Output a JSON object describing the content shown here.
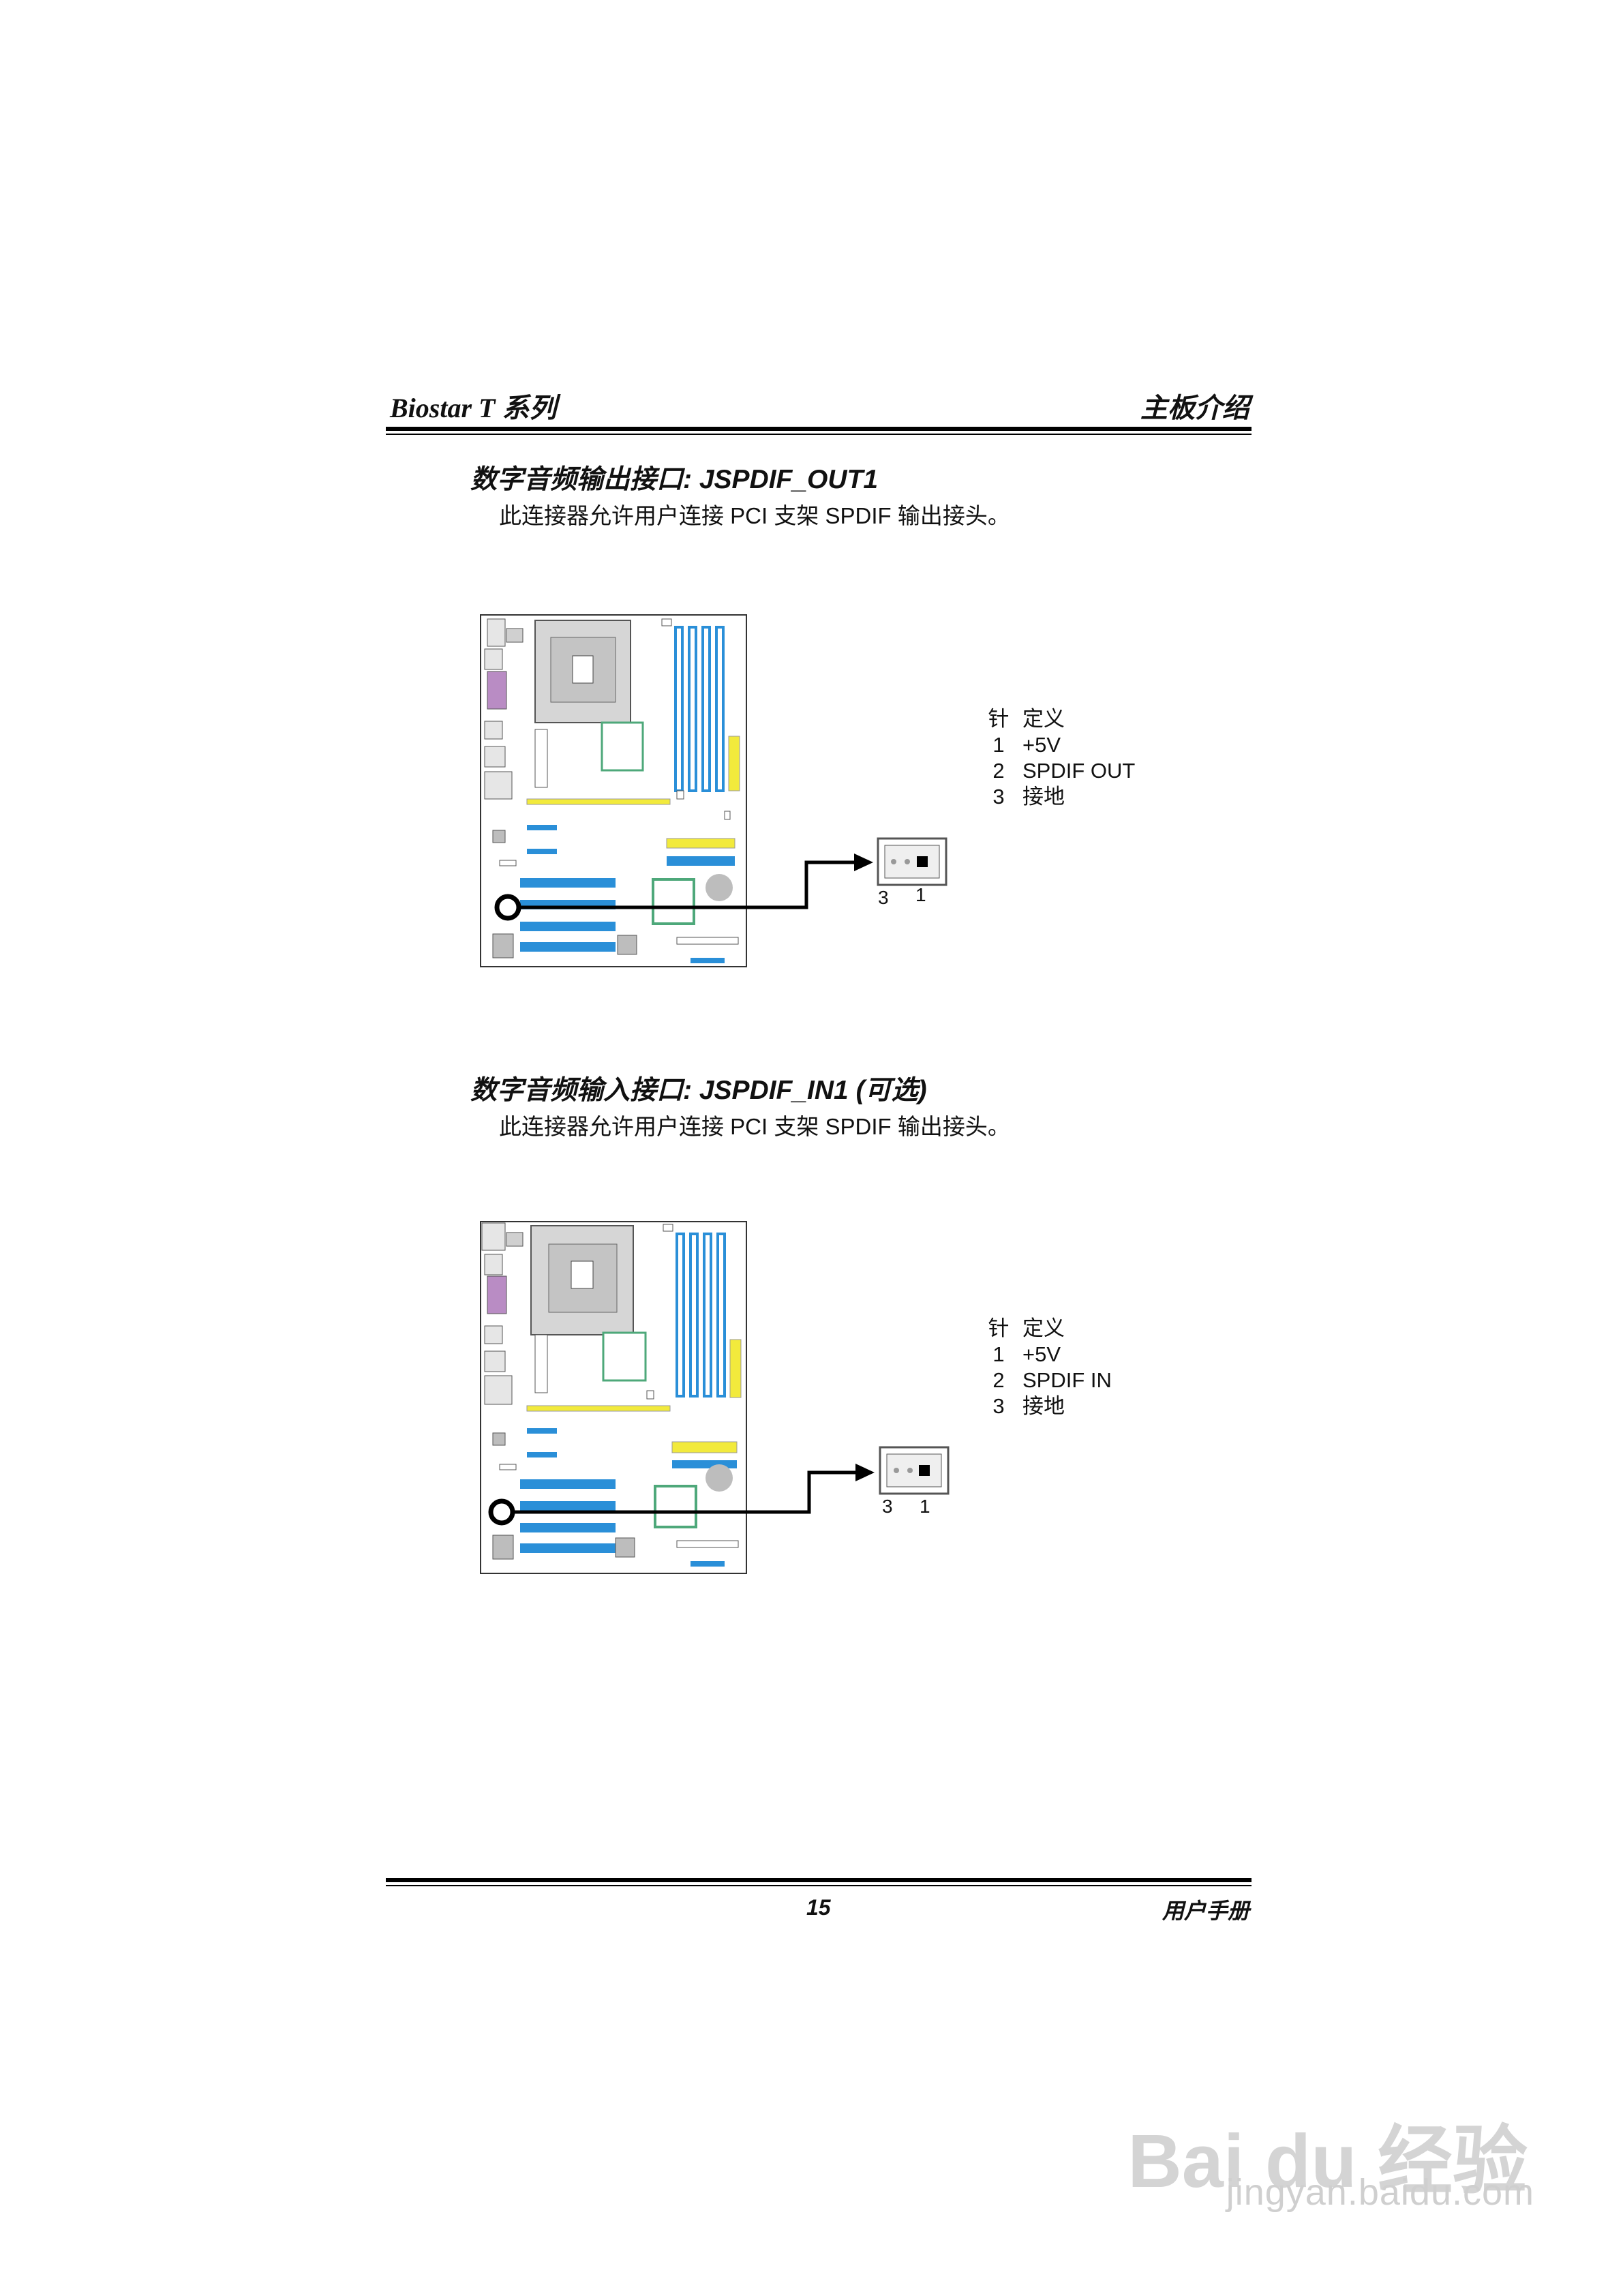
{
  "header": {
    "left": "Biostar T 系列",
    "right": "主板介绍"
  },
  "sections": [
    {
      "title": "数字音频输出接口: JSPDIF_OUT1",
      "description": "此连接器允许用户连接 PCI 支架 SPDIF 输出接头。",
      "table_header": {
        "pin": "针",
        "def": "定义"
      },
      "pins": [
        {
          "pin": "1",
          "def": "+5V"
        },
        {
          "pin": "2",
          "def": "SPDIF OUT"
        },
        {
          "pin": "3",
          "def": "接地"
        }
      ],
      "connector_labels": {
        "left": "3",
        "right": "1"
      }
    },
    {
      "title": "数字音频输入接口: JSPDIF_IN1 (可选)",
      "description": "此连接器允许用户连接 PCI 支架 SPDIF 输出接头。",
      "table_header": {
        "pin": "针",
        "def": "定义"
      },
      "pins": [
        {
          "pin": "1",
          "def": "+5V"
        },
        {
          "pin": "2",
          "def": "SPDIF IN"
        },
        {
          "pin": "3",
          "def": "接地"
        }
      ],
      "connector_labels": {
        "left": "3",
        "right": "1"
      }
    }
  ],
  "footer": {
    "page_number": "15",
    "right": "用户手册"
  },
  "watermark": {
    "brand": "Bai du 经验",
    "url": "jingyan.baidu.com"
  },
  "colors": {
    "slot_blue": "#2a8fd8",
    "slot_yellow": "#f2ea3c",
    "chip_green": "#4ea87a",
    "gray": "#bdbdbd"
  }
}
